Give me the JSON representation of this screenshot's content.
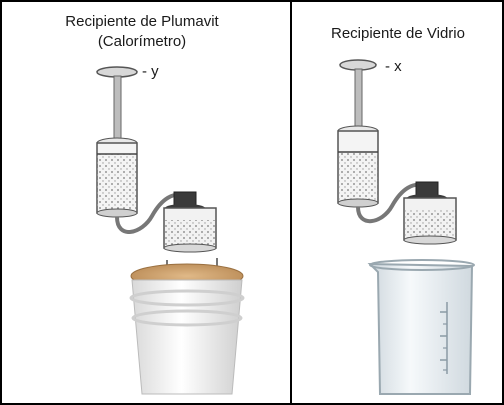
{
  "left_panel": {
    "title": "Recipiente de Plumavit",
    "subtitle": "(Calorímetro)",
    "variable_label": "- y"
  },
  "right_panel": {
    "title": "Recipiente de Vidrio",
    "variable_label": "- x"
  },
  "icons": [
    "syringe-icon",
    "gas-bottle-icon",
    "foam-cup-calorimeter-icon",
    "glass-beaker-icon"
  ],
  "colors": {
    "border": "#000000",
    "metal": "#b5b5b5",
    "liquid_dots": "#7a7a7a",
    "stopper": "#3a3a3a",
    "foam": "#f2f2f2",
    "cork_lid": "#c8a070",
    "glass": "#dfe7ec"
  }
}
